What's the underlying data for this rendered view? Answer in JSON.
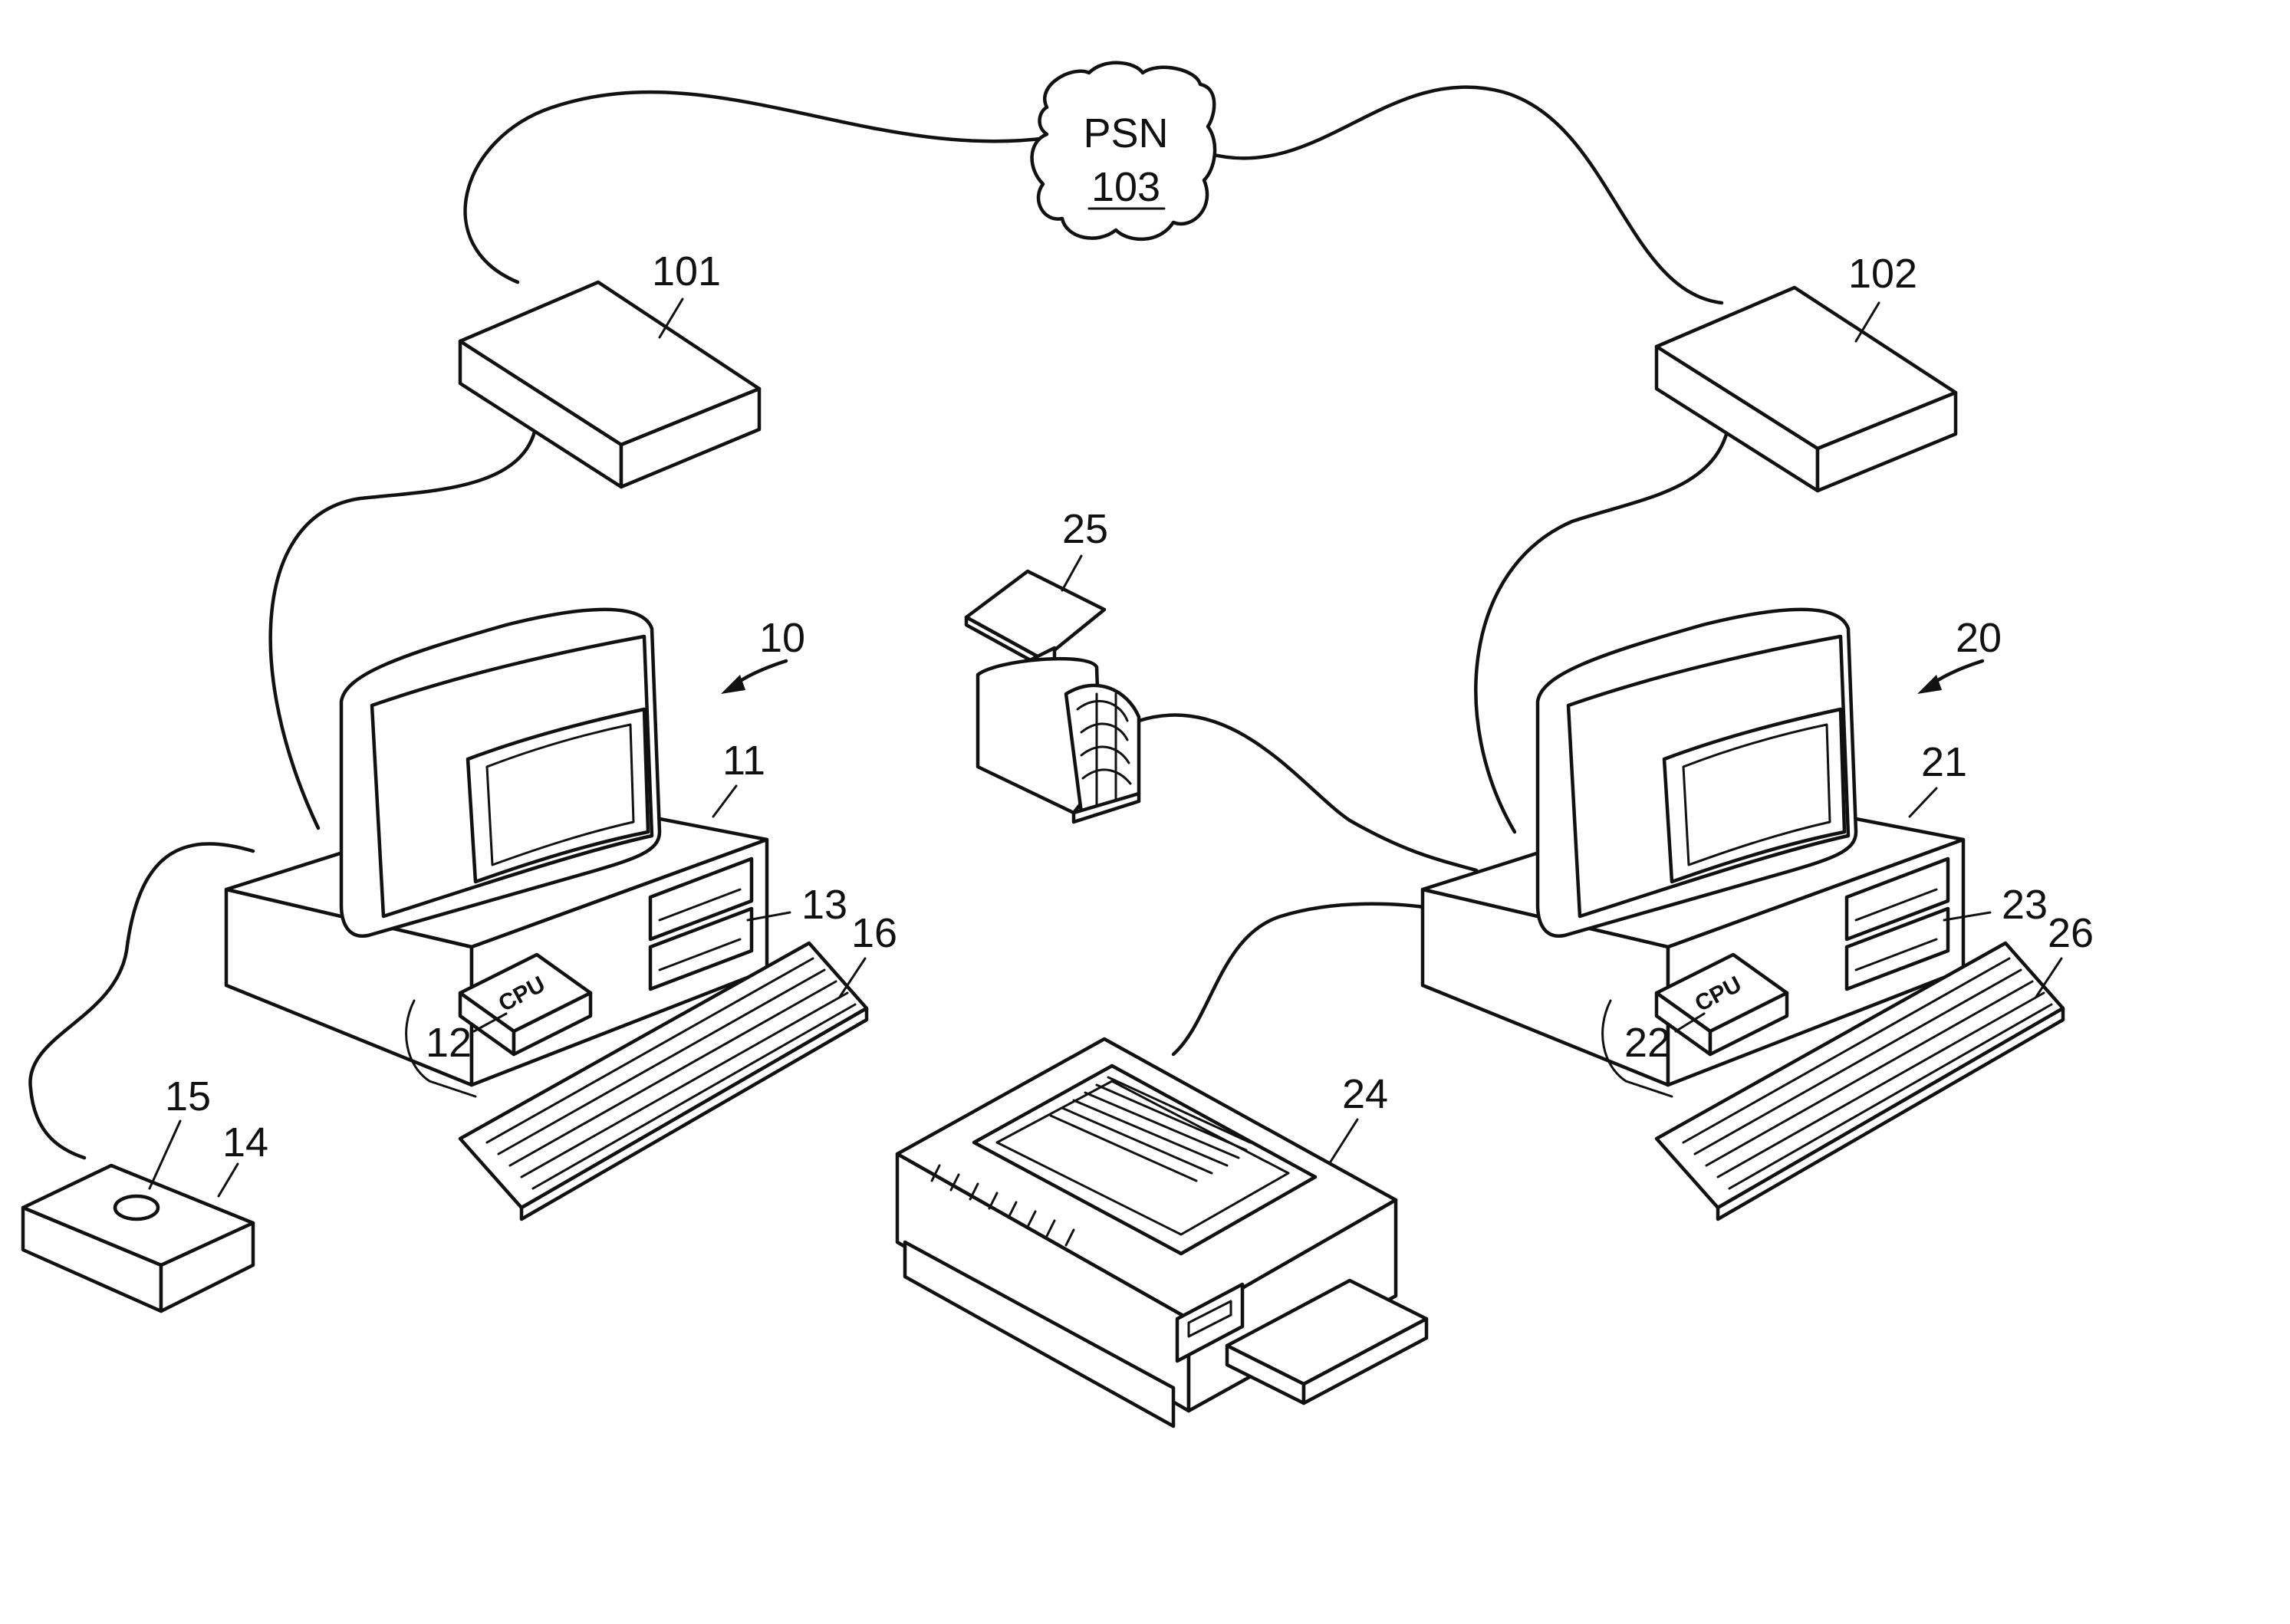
{
  "labels": {
    "psn": "PSN",
    "psn_ref": "103",
    "modem_a": "101",
    "modem_b": "102",
    "system_a": "10",
    "system_b": "20",
    "computer_a": "11",
    "computer_b": "21",
    "cpu_ref_a": "12",
    "cpu_ref_b": "22",
    "drive_a": "13",
    "drive_b": "23",
    "keyboard_a": "16",
    "keyboard_b": "26",
    "device_box": "14",
    "device_button": "15",
    "printer": "24",
    "scale": "25",
    "cpu_text_a": "CPU",
    "cpu_text_b": "CPU"
  }
}
